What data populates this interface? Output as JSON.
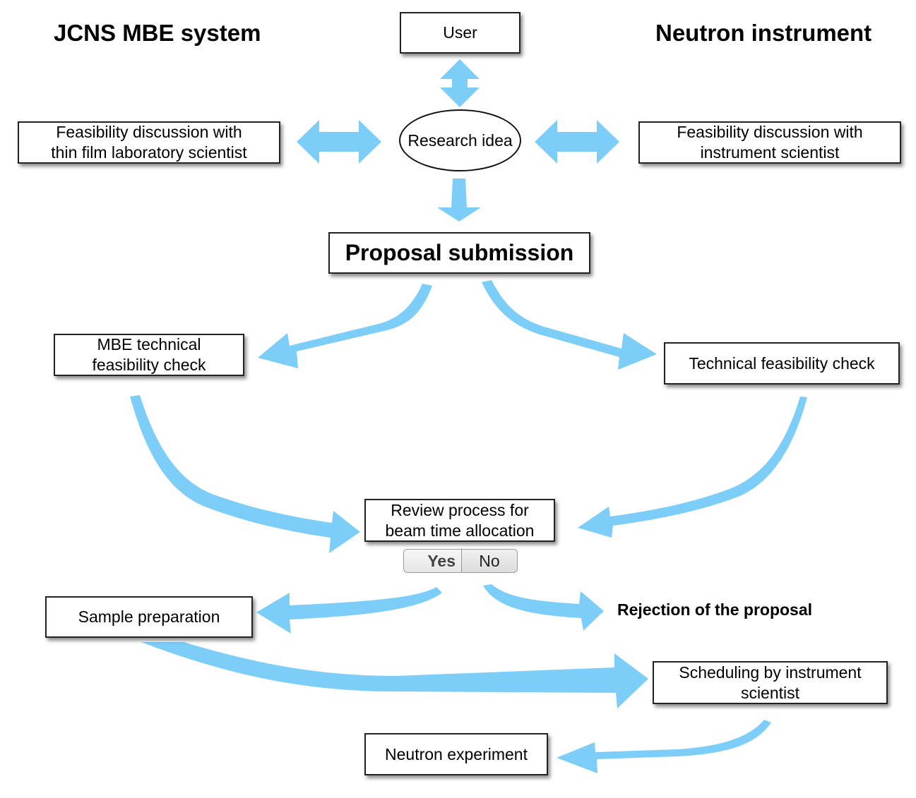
{
  "headers": {
    "left": "JCNS MBE system",
    "right": "Neutron instrument"
  },
  "nodes": {
    "user": "User",
    "research_idea": [
      "Research",
      "idea"
    ],
    "feasibility_left": [
      "Feasibility discussion with",
      "thin film laboratory scientist"
    ],
    "feasibility_right": [
      "Feasibility discussion with",
      "instrument scientist"
    ],
    "proposal": "Proposal submission",
    "mbe_check": [
      "MBE technical",
      "feasibility check"
    ],
    "tech_check": "Technical feasibility check",
    "review": [
      "Review process for",
      "beam time allocation"
    ],
    "sample_prep": "Sample preparation",
    "rejection": "Rejection of the proposal",
    "scheduling": [
      "Scheduling by instrument",
      "scientist"
    ],
    "neutron_exp": "Neutron experiment"
  },
  "decision": {
    "yes": "Yes",
    "no": "No"
  },
  "colors": {
    "arrow": "#7dcdf9",
    "border": "#222222"
  }
}
